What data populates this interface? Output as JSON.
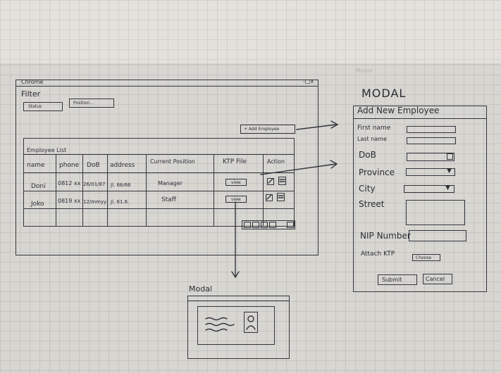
{
  "window": {
    "title": "Chrome",
    "controls": "-□x",
    "filter_label": "Filter",
    "filter_buttons": [
      "Status",
      "Position..."
    ],
    "add_button": "+ Add Employee",
    "list_title": "Employee List",
    "columns": [
      "name",
      "phone",
      "DoB",
      "address",
      "Current Position",
      "KTP File",
      "Action"
    ],
    "rows": [
      [
        "Doni",
        "0812 xx",
        "26/01/87",
        "Jl. 66/66",
        "Manager",
        "view"
      ],
      [
        "Joko",
        "0819 xx",
        "12/mmyy",
        "Jl. 61.6.",
        "Staff",
        "view"
      ]
    ]
  },
  "modal_form": {
    "heading": "MODAL",
    "title": "Add New Employee",
    "fields": [
      "First name",
      "Last name",
      "DoB",
      "Province",
      "City",
      "Street",
      "NIP Number"
    ],
    "attach_label": "Attach KTP",
    "attach_button": "Choose",
    "submit": "Submit",
    "cancel": "Cancel"
  },
  "modal_ktp": {
    "heading": "Modal"
  }
}
